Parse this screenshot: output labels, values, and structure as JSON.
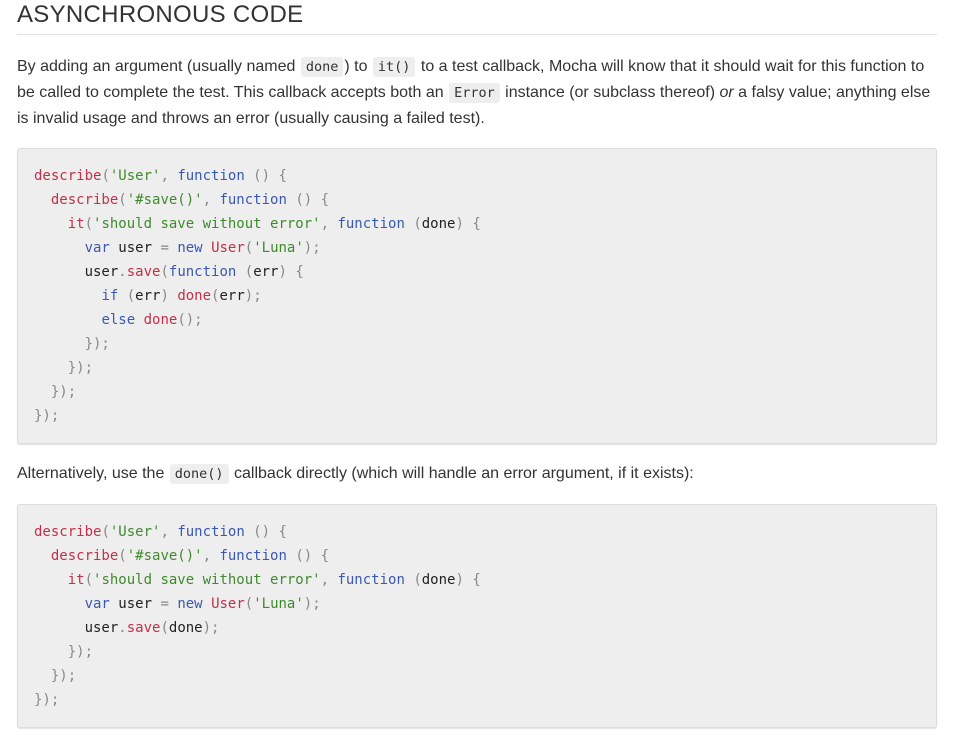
{
  "heading": "ASYNCHRONOUS CODE",
  "intro": {
    "p1": "By adding an argument (usually named ",
    "code_done": "done",
    "p2": ") to ",
    "code_it": "it()",
    "p3": " to a test callback, Mocha will know that it should wait for this function to be called to complete the test. This callback accepts both an ",
    "code_error": "Error",
    "p4": " instance (or subclass thereof) ",
    "em_or": "or",
    "p5": " a falsy value; anything else is invalid usage and throws an error (usually causing a failed test)."
  },
  "alt": {
    "p1": "Alternatively, use the ",
    "code_done": "done()",
    "p2": " callback directly (which will handle an error argument, if it exists):"
  },
  "code1": {
    "l1": {
      "a": "describe",
      "b": "(",
      "c": "'User'",
      "d": ", ",
      "e": "function",
      "f": " () {"
    },
    "l2": {
      "indent": "  ",
      "a": "describe",
      "b": "(",
      "c": "'#save()'",
      "d": ", ",
      "e": "function",
      "f": " () {"
    },
    "l3": {
      "indent": "    ",
      "a": "it",
      "b": "(",
      "c": "'should save without error'",
      "d": ", ",
      "e": "function",
      "f": " (",
      "g": "done",
      "h": ") {"
    },
    "l4": {
      "indent": "      ",
      "a": "var",
      "b": " user ",
      "c": "=",
      "d": " ",
      "e": "new",
      "f": " ",
      "g": "User",
      "h": "(",
      "i": "'Luna'",
      "j": ");"
    },
    "l5": {
      "indent": "      ",
      "a": "user",
      "b": ".",
      "c": "save",
      "d": "(",
      "e": "function",
      "f": " (",
      "g": "err",
      "h": ") {"
    },
    "l6": {
      "indent": "        ",
      "a": "if",
      "b": " (",
      "c": "err",
      "d": ") ",
      "e": "done",
      "f": "(",
      "g": "err",
      "h": ");"
    },
    "l7": {
      "indent": "        ",
      "a": "else",
      "b": " ",
      "c": "done",
      "d": "();"
    },
    "l8": {
      "indent": "      ",
      "a": "});"
    },
    "l9": {
      "indent": "    ",
      "a": "});"
    },
    "l10": {
      "indent": "  ",
      "a": "});"
    },
    "l11": {
      "indent": "",
      "a": "});"
    }
  },
  "code2": {
    "l1": {
      "a": "describe",
      "b": "(",
      "c": "'User'",
      "d": ", ",
      "e": "function",
      "f": " () {"
    },
    "l2": {
      "indent": "  ",
      "a": "describe",
      "b": "(",
      "c": "'#save()'",
      "d": ", ",
      "e": "function",
      "f": " () {"
    },
    "l3": {
      "indent": "    ",
      "a": "it",
      "b": "(",
      "c": "'should save without error'",
      "d": ", ",
      "e": "function",
      "f": " (",
      "g": "done",
      "h": ") {"
    },
    "l4": {
      "indent": "      ",
      "a": "var",
      "b": " user ",
      "c": "=",
      "d": " ",
      "e": "new",
      "f": " ",
      "g": "User",
      "h": "(",
      "i": "'Luna'",
      "j": ");"
    },
    "l5": {
      "indent": "      ",
      "a": "user",
      "b": ".",
      "c": "save",
      "d": "(",
      "e": "done",
      "f": ");"
    },
    "l6": {
      "indent": "    ",
      "a": "});"
    },
    "l7": {
      "indent": "  ",
      "a": "});"
    },
    "l8": {
      "indent": "",
      "a": "});"
    }
  }
}
